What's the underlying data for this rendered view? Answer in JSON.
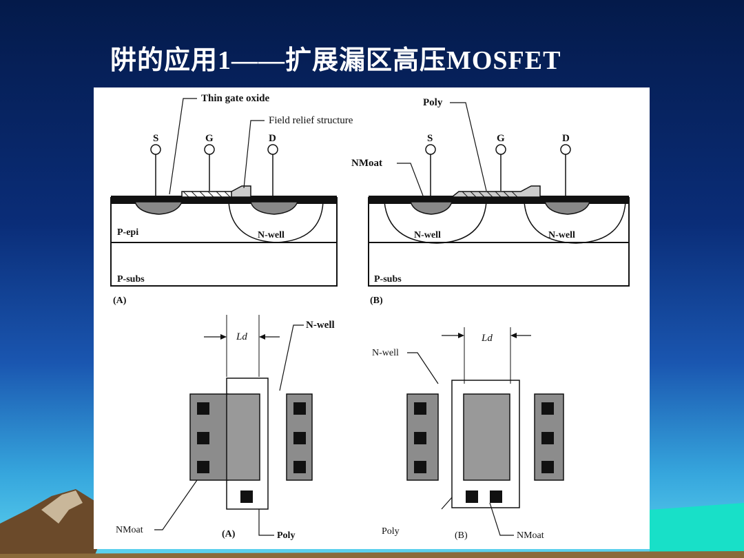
{
  "slide": {
    "title": "阱的应用1——扩展漏区高压MOSFET"
  },
  "cross_section_a": {
    "callouts": [
      "Thin gate oxide",
      "Field relief structure"
    ],
    "terminals": [
      "S",
      "G",
      "D"
    ],
    "regions": [
      "P-epi",
      "N-well",
      "P-subs"
    ],
    "caption": "(A)"
  },
  "cross_section_b": {
    "callouts": [
      "Poly",
      "NMoat"
    ],
    "terminals": [
      "S",
      "G",
      "D"
    ],
    "regions": [
      "N-well",
      "N-well",
      "P-subs"
    ],
    "caption": "(B)"
  },
  "layout_a": {
    "dimension": "Ld",
    "labels": [
      "N-well",
      "NMoat",
      "Poly"
    ],
    "caption": "(A)"
  },
  "layout_b": {
    "dimension": "Ld",
    "labels": [
      "N-well",
      "Poly",
      "NMoat"
    ],
    "caption": "(B)"
  },
  "colors": {
    "title": "#ffffff",
    "moat": "#8c8c8c",
    "contact": "#111111"
  }
}
